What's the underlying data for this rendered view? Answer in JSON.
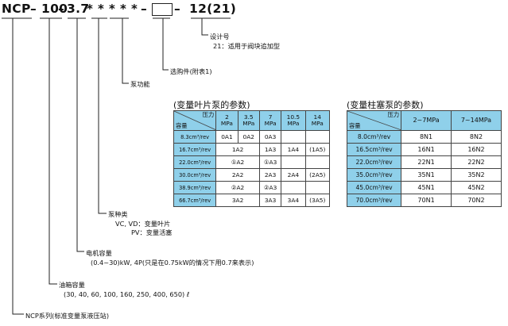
{
  "model_code": {
    "prefix": "NCP",
    "dash1": "–",
    "tank": "100",
    "dash2": "–",
    "motor": "3.7",
    "stars": [
      "*",
      "*",
      "*",
      "*",
      "*"
    ],
    "dash3": "–",
    "box": "",
    "dash4": "–",
    "design": "12(21)"
  },
  "labels": {
    "design_no": "设计号",
    "design_note": "21：适用于阀块追加型",
    "options": "选购件(附表1)",
    "pump_function": "泵功能",
    "pump_type_title": "泵种类",
    "pump_type_vc": "VC, VD：变量叶片",
    "pump_type_pv": "PV：变量活塞",
    "motor_title": "电机容量",
    "motor_note": "(0.4~30)kW, 4P(只是在0.75kW的情况下用0.7来表示)",
    "tank_title": "油箱容量",
    "tank_note": "(30, 40, 60, 100, 160, 250, 400, 650) ℓ",
    "series": "NCP系列(标准变量泵液压站)"
  },
  "vane_table": {
    "title": "(变量叶片泵的参数)",
    "corner_top": "压力",
    "corner_bottom": "容量",
    "columns": [
      {
        "n": "2",
        "u": "MPa"
      },
      {
        "n": "3.5",
        "u": "MPa"
      },
      {
        "n": "7",
        "u": "MPa"
      },
      {
        "n": "10.5",
        "u": "MPa"
      },
      {
        "n": "14",
        "u": "MPa"
      }
    ],
    "rows": [
      {
        "cap": "8.3cm³/rev",
        "cells": [
          "0A1",
          "0A2",
          "0A3",
          "",
          ""
        ]
      },
      {
        "cap": "16.7cm³/rev",
        "cells": [
          "1A2",
          "1A3",
          "1A4",
          "(1A5)"
        ]
      },
      {
        "cap": "22.0cm³/rev",
        "cells": [
          "①A2",
          "①A3",
          "",
          ""
        ]
      },
      {
        "cap": "30.0cm³/rev",
        "cells": [
          "2A2",
          "2A3",
          "2A4",
          "(2A5)"
        ]
      },
      {
        "cap": "38.9cm³/rev",
        "cells": [
          "②A2",
          "②A3",
          "",
          ""
        ]
      },
      {
        "cap": "66.7cm³/rev",
        "cells": [
          "3A2",
          "3A3",
          "3A4",
          "(3A5)"
        ]
      }
    ]
  },
  "piston_table": {
    "title": "(变量柱塞泵的参数)",
    "corner_top": "压力",
    "corner_bottom": "容量",
    "columns": [
      "2~7MPa",
      "7~14MPa"
    ],
    "rows": [
      {
        "cap": "8.0cm³/rev",
        "cells": [
          "8N1",
          "8N2"
        ]
      },
      {
        "cap": "16.5cm³/rev",
        "cells": [
          "16N1",
          "16N2"
        ]
      },
      {
        "cap": "22.0cm³/rev",
        "cells": [
          "22N1",
          "22N2"
        ]
      },
      {
        "cap": "35.0cm³/rev",
        "cells": [
          "35N1",
          "35N2"
        ]
      },
      {
        "cap": "45.0cm³/rev",
        "cells": [
          "45N1",
          "45N2"
        ]
      },
      {
        "cap": "70.0cm³/rev",
        "cells": [
          "70N1",
          "70N2"
        ]
      }
    ]
  }
}
